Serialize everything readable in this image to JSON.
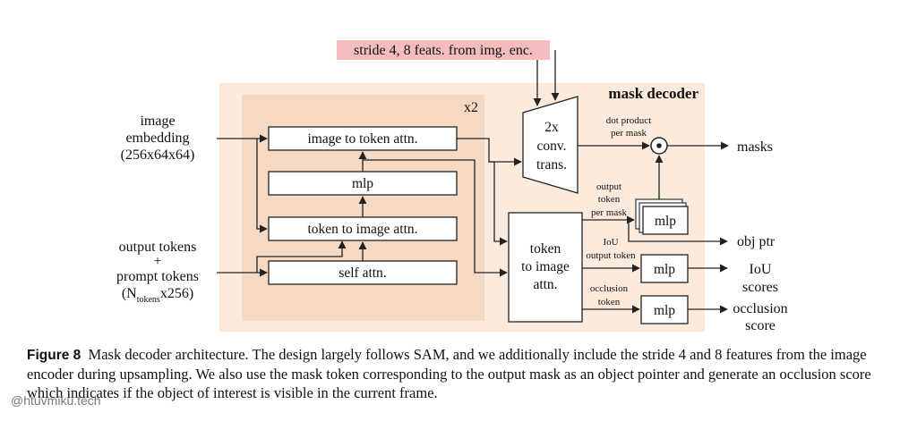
{
  "top_input": "stride 4, 8 feats. from img. enc.",
  "decoder_title": "mask decoder",
  "repeat_label": "x2",
  "inputs": {
    "image_embedding": [
      "image",
      "embedding",
      "(256x64x64)"
    ],
    "output_tokens": [
      "output tokens",
      "+",
      "prompt tokens"
    ],
    "token_count_prefix": "(N",
    "token_count_sub": "tokens",
    "token_count_suffix": "x256)"
  },
  "blocks": {
    "image_to_token": "image to token attn.",
    "mlp": "mlp",
    "token_to_image": "token to image attn.",
    "self_attn": "self attn.",
    "conv_trans": [
      "2x",
      "conv.",
      "trans."
    ],
    "token_to_image_big": [
      "token",
      "to image",
      "attn."
    ],
    "mlp_output": "mlp",
    "mlp_iou": "mlp",
    "mlp_occlusion": "mlp"
  },
  "annotations": {
    "dot_product": [
      "dot product",
      "per mask"
    ],
    "output_token": [
      "output",
      "token",
      "per mask"
    ],
    "iou_token": [
      "IoU",
      "output token"
    ],
    "occlusion_token": [
      "occlusion",
      "token"
    ]
  },
  "outputs": {
    "masks": "masks",
    "obj_ptr": "obj ptr",
    "iou_scores": [
      "IoU",
      "scores"
    ],
    "occlusion_score": [
      "occlusion",
      "score"
    ]
  },
  "caption": {
    "label": "Figure 8",
    "text": "Mask decoder architecture. The design largely follows SAM, and we additionally include the stride 4 and 8 features from the image encoder during upsampling. We also use the mask token corresponding to the output mask as an object pointer and generate an occlusion score which indicates if the object of interest is visible in the current frame."
  },
  "watermark": "@htuvmiku.tech",
  "colors": {
    "outer_bg": "#fcebdc",
    "inner_bg": "#f6d9c3",
    "highlight": "#f4bcbc",
    "line": "#222222"
  }
}
